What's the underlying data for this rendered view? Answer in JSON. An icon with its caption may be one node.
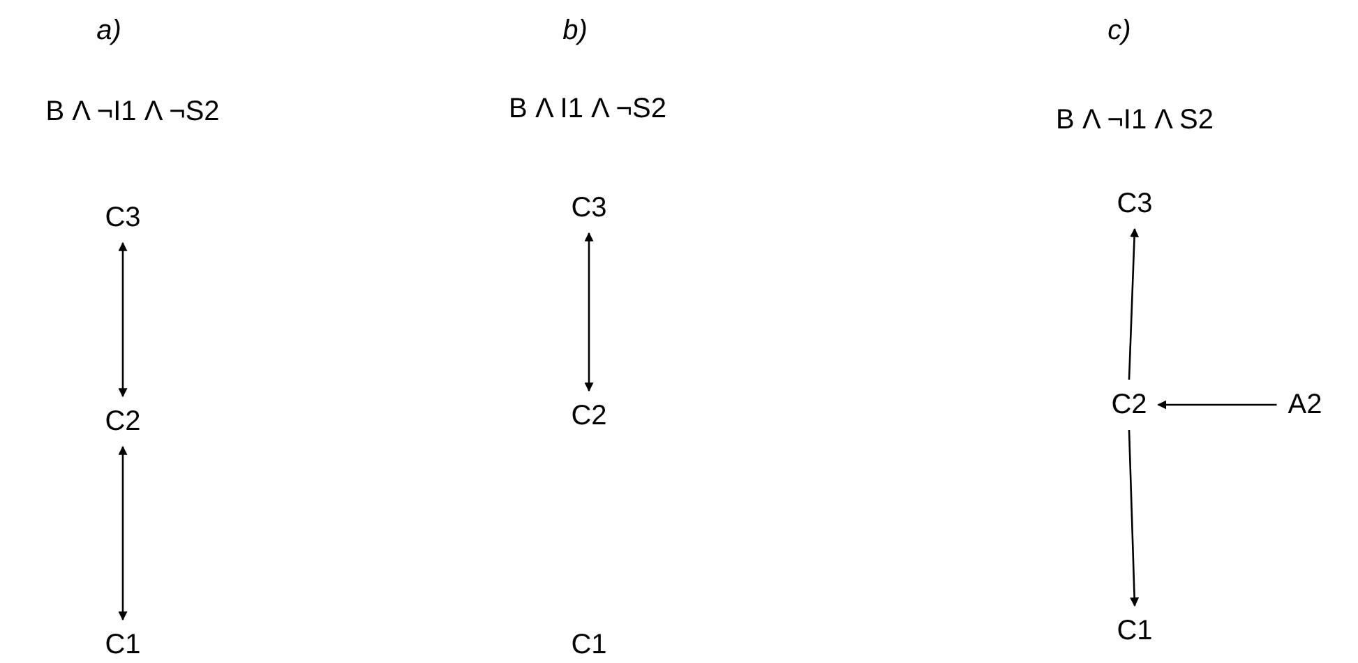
{
  "diagram": {
    "nodes": [
      {
        "text": [
          "C3"
        ]
      },
      {
        "text": [
          "C2"
        ]
      },
      {
        "text": [
          "C1"
        ]
      },
      {
        "text": [
          "C3"
        ]
      },
      {
        "text": [
          "C2"
        ]
      },
      {
        "text": [
          "C1"
        ]
      },
      {
        "text": [
          "C3"
        ]
      },
      {
        "text": [
          "C2"
        ]
      },
      {
        "text": [
          "A2"
        ]
      },
      {
        "text": [
          "C1"
        ]
      }
    ],
    "edges": [
      {
        "from": 0,
        "to": 1,
        "arrow": "both"
      },
      {
        "from": 1,
        "to": 2,
        "arrow": "both"
      },
      {
        "from": 3,
        "to": 4,
        "arrow": "both"
      },
      {
        "from": 7,
        "to": 6,
        "arrow": "to"
      },
      {
        "from": 8,
        "to": 7,
        "arrow": "to"
      },
      {
        "from": 7,
        "to": 9,
        "arrow": "to"
      }
    ],
    "labels": [
      "a)",
      "b)",
      "c)",
      "B Λ ¬I1 Λ ¬S2",
      "B Λ I1 Λ ¬S2",
      "B Λ ¬I1 Λ S2"
    ]
  }
}
